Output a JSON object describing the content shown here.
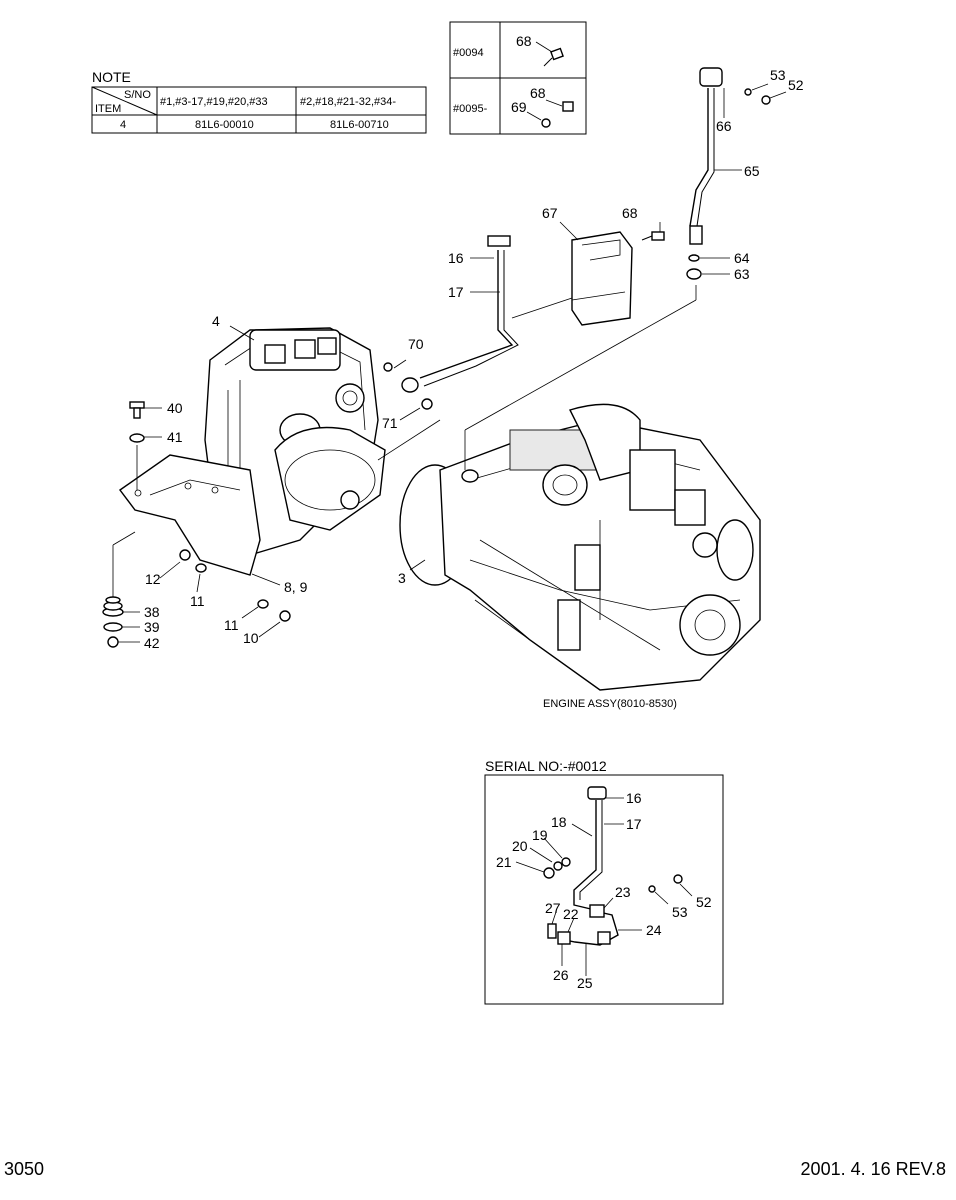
{
  "note_table": {
    "title": "NOTE",
    "header_sno": "S/NO",
    "header_item": "ITEM",
    "col1_header": "#1,#3-17,#19,#20,#33",
    "col2_header": "#2,#18,#21-32,#34-",
    "row_item": "4",
    "row_col1": "81L6-00010",
    "row_col2": "81L6-00710"
  },
  "serial_box": {
    "row1_serial": "#0094",
    "row1_part": "68",
    "row2_serial": "#0095-",
    "row2_part_a": "68",
    "row2_part_b": "69"
  },
  "callouts": {
    "c4": "4",
    "c40": "40",
    "c41": "41",
    "c12": "12",
    "c11a": "11",
    "c11b": "11",
    "c10": "10",
    "c8_9": "8, 9",
    "c38": "38",
    "c39": "39",
    "c42": "42",
    "c3": "3",
    "c70": "70",
    "c71": "71",
    "c16": "16",
    "c17": "17",
    "c67": "67",
    "c68": "68",
    "c53": "53",
    "c52": "52",
    "c66": "66",
    "c65": "65",
    "c64": "64",
    "c63": "63"
  },
  "engine_caption": "ENGINE ASSY(8010-8530)",
  "inset": {
    "title": "SERIAL NO:-#0012",
    "c16": "16",
    "c17": "17",
    "c18": "18",
    "c19": "19",
    "c20": "20",
    "c21": "21",
    "c23": "23",
    "c53": "53",
    "c52": "52",
    "c27": "27",
    "c22": "22",
    "c24": "24",
    "c26": "26",
    "c25": "25"
  },
  "footer": {
    "page_number": "3050",
    "date_rev": "2001. 4. 16  REV.8"
  }
}
